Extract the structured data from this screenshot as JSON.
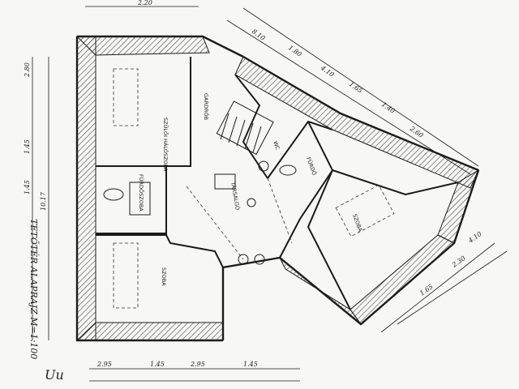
{
  "plan": {
    "title": "TETŐTÉR ALAPRAJZ M=1:100",
    "rooms": {
      "bedroom_top_left": "SZÜLŐI HÁLÓSZOBA",
      "dressing": "GARDRÓB",
      "bathroom_left": "FÜRDŐSZOBA",
      "hall": "TÁRSALGÓ",
      "wc": "WC",
      "bathroom_right": "FÜRDŐ",
      "bedroom_right": "SZOBA",
      "bedroom_bottom_left": "SZOBA"
    },
    "dimensions": {
      "top_left": "2.20",
      "top_mid": "8.10",
      "diag_1": "1.80",
      "diag_2": "4.10",
      "diag_3": "1.65",
      "diag_4": "1.40",
      "diag_5": "2.60",
      "left_1": "2.80",
      "left_2": "1.45",
      "left_3": "1.45",
      "left_total": "10.17",
      "bottom_1": "2.95",
      "bottom_2": "1.45",
      "bottom_3": "2.95",
      "bottom_4": "1.45",
      "right_1": "2.30",
      "right_2": "1.65",
      "right_3": "4.10"
    },
    "signature": "Uu"
  },
  "colors": {
    "ink": "#1b1b1b",
    "paper": "#f7f7f5",
    "hatch": "#444444"
  }
}
